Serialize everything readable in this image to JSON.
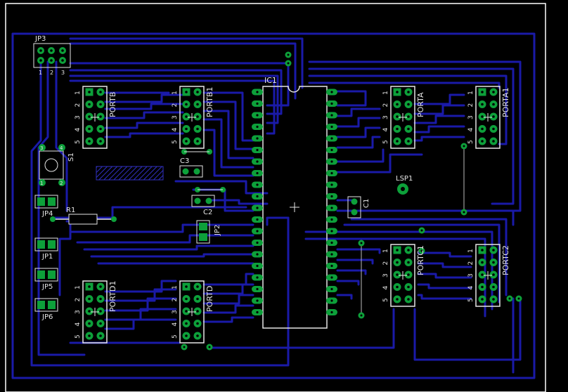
{
  "colors": {
    "background": "#000000",
    "trace": "#1a1aa8",
    "pad": "#0da03a",
    "silkscreen": "#e6e6e6",
    "outline": "#ffffff",
    "drill": "#000000"
  },
  "components": {
    "jp3": {
      "name": "JP3",
      "pins": [
        "1",
        "2",
        "3"
      ]
    },
    "s1": {
      "name": "S1",
      "pins": [
        "3",
        "4",
        "1",
        "2"
      ]
    },
    "jp4": {
      "name": "JP4"
    },
    "r1": {
      "name": "R1"
    },
    "jp1": {
      "name": "JP1"
    },
    "jp5": {
      "name": "JP5"
    },
    "jp6": {
      "name": "JP6"
    },
    "c3": {
      "name": "C3"
    },
    "c2": {
      "name": "C2"
    },
    "c1": {
      "name": "C1"
    },
    "jp2": {
      "name": "JP2"
    },
    "ic1": {
      "name": "IC1"
    },
    "lsp1": {
      "name": "LSP1"
    }
  },
  "headers": [
    {
      "name": "PORTB",
      "pins": [
        "1",
        "2",
        "3",
        "4",
        "5"
      ]
    },
    {
      "name": "PORTB1",
      "pins": [
        "1",
        "2",
        "3",
        "4",
        "5"
      ]
    },
    {
      "name": "PORTA",
      "pins": [
        "1",
        "2",
        "3",
        "4",
        "5"
      ]
    },
    {
      "name": "PORTA1",
      "pins": [
        "1",
        "2",
        "3",
        "4",
        "5"
      ]
    },
    {
      "name": "PORTD1",
      "pins": [
        "1",
        "2",
        "3",
        "4",
        "5"
      ]
    },
    {
      "name": "PORTD",
      "pins": [
        "1",
        "2",
        "3",
        "4",
        "5"
      ]
    },
    {
      "name": "PORTC1",
      "pins": [
        "1",
        "2",
        "3",
        "4",
        "5"
      ]
    },
    {
      "name": "PORTC2",
      "pins": [
        "1",
        "2",
        "3",
        "4",
        "5"
      ]
    }
  ]
}
